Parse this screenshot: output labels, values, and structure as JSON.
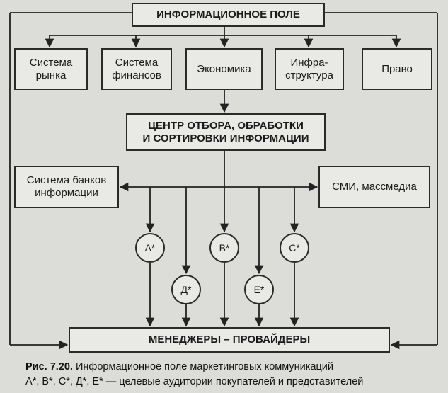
{
  "top_box": "ИНФОРМАЦИОННОЕ ПОЛЕ",
  "sources": {
    "market": "Система\nрынка",
    "finance": "Система\nфинансов",
    "economy": "Экономика",
    "infrastructure": "Инфра-\nструктура",
    "law": "Право"
  },
  "center_box": "ЦЕНТР ОТБОРА, ОБРАБОТКИ\nИ СОРТИРОВКИ ИНФОРМАЦИИ",
  "data_banks": "Система банков\nинформации",
  "media": "СМИ, массмедиа",
  "audiences": {
    "a": "А*",
    "b": "В*",
    "c": "С*",
    "d": "Д*",
    "e": "Е*"
  },
  "bottom_box": "МЕНЕДЖЕРЫ – ПРОВАЙДЕРЫ",
  "caption": {
    "figure_label": "Рис. 7.20.",
    "title": "Информационное поле маркетинговых коммуникаций",
    "line2": "А*, В*, С*, Д*, Е* — целевые аудитории покупателей и представителей"
  }
}
